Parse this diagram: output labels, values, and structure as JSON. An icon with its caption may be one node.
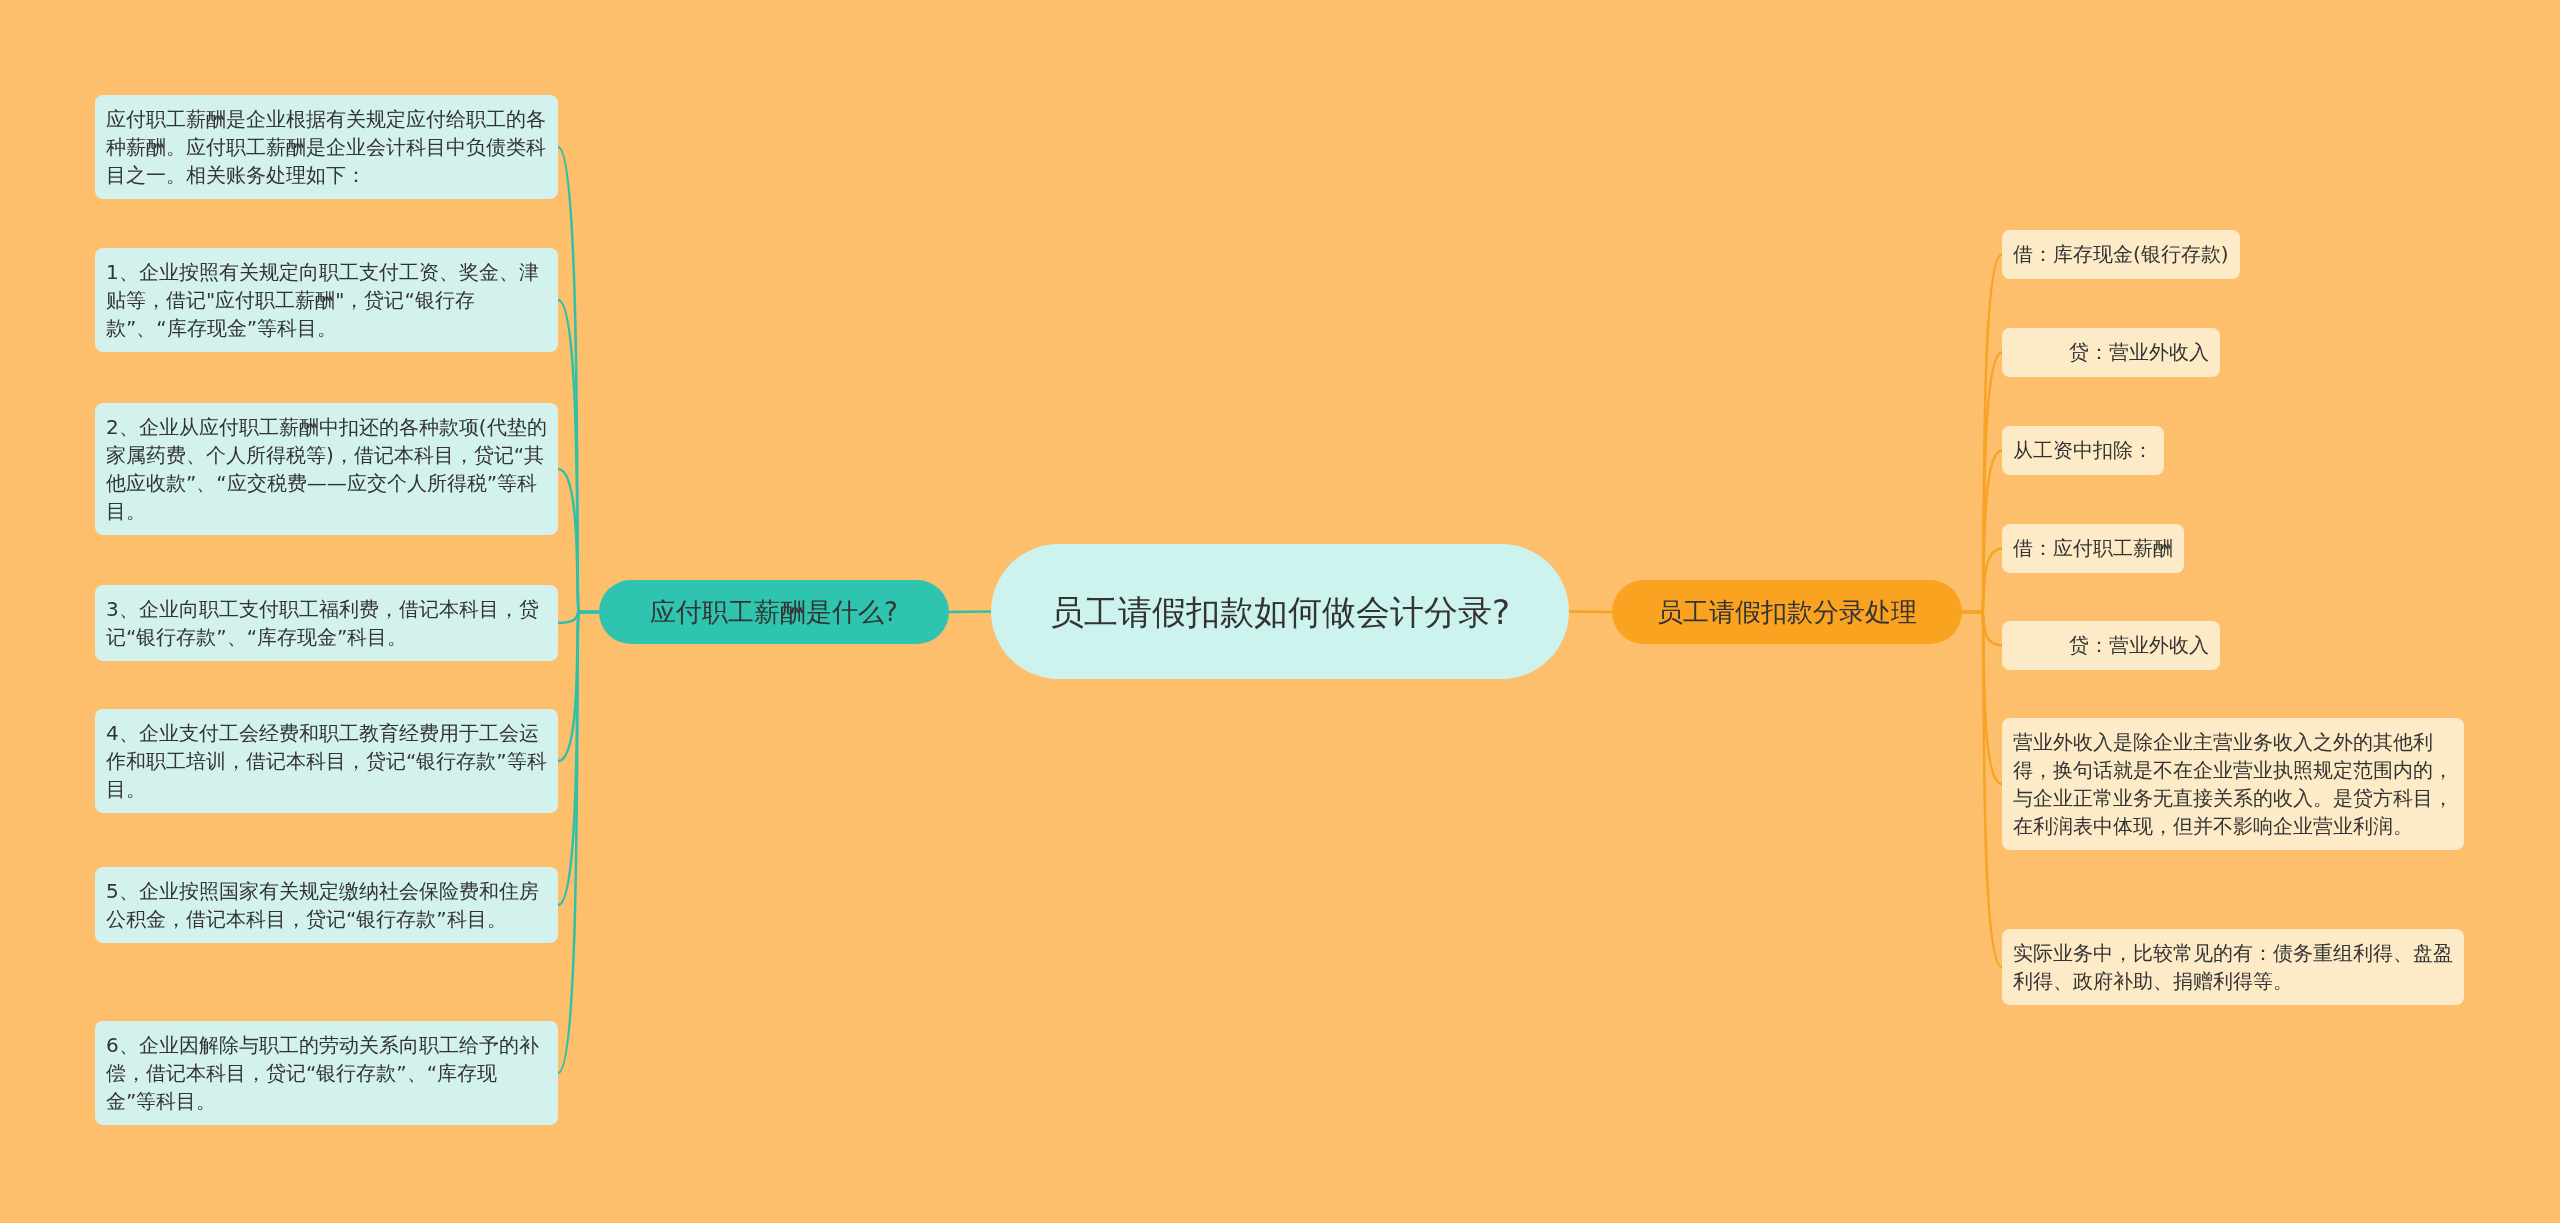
{
  "diagram": {
    "nodes": [
      {
        "text": [
          "员工请假扣款如何做会计分录?"
        ]
      },
      {
        "text": [
          "应付职工薪酬是什么?"
        ]
      },
      {
        "text": [
          "员工请假扣款分录处理"
        ]
      },
      {
        "text": [
          "应付职工薪酬是企业根据有关规定应付给职工的各种薪酬。应付职工薪酬是企业会计科目中负债类科目之一。相关账务处理如下："
        ]
      },
      {
        "text": [
          "1、企业按照有关规定向职工支付工资、奖金、津贴等，借记\"应付职工薪酬\"，贷记“银行存款”、“库存现金”等科目。"
        ]
      },
      {
        "text": [
          "2、企业从应付职工薪酬中扣还的各种款项(代垫的家属药费、个人所得税等)，借记本科目，贷记“其他应收款”、“应交税费——应交个人所得税”等科目。"
        ]
      },
      {
        "text": [
          "3、企业向职工支付职工福利费，借记本科目，贷记“银行存款”、“库存现金”科目。"
        ]
      },
      {
        "text": [
          "4、企业支付工会经费和职工教育经费用于工会运作和职工培训，借记本科目，贷记“银行存款”等科目。"
        ]
      },
      {
        "text": [
          "5、企业按照国家有关规定缴纳社会保险费和住房公积金，借记本科目，贷记“银行存款”科目。"
        ]
      },
      {
        "text": [
          "6、企业因解除与职工的劳动关系向职工给予的补偿，借记本科目，贷记“银行存款”、“库存现金”等科目。"
        ]
      },
      {
        "text": [
          "借：库存现金(银行存款)"
        ]
      },
      {
        "text": [
          "贷：营业外收入"
        ]
      },
      {
        "text": [
          "从工资中扣除："
        ]
      },
      {
        "text": [
          "借：应付职工薪酬"
        ]
      },
      {
        "text": [
          "贷：营业外收入"
        ]
      },
      {
        "text": [
          "营业外收入是除企业主营业务收入之外的其他利得，换句话就是不在企业营业执照规定范围内的，与企业正常业务无直接关系的收入。是贷方科目，在利润表中体现，但并不影响企业营业利润。"
        ]
      },
      {
        "text": [
          "实际业务中，比较常见的有：债务重组利得、盘盈利得、政府补助、捐赠利得等。"
        ]
      }
    ],
    "edges": [
      {
        "from": 0,
        "to": 1,
        "arrow": "none",
        "color": "#2ec0ab"
      },
      {
        "from": 0,
        "to": 2,
        "arrow": "none",
        "color": "#f7a325"
      },
      {
        "from": 1,
        "to": 3,
        "arrow": "none",
        "color": "#2ec0ab"
      },
      {
        "from": 1,
        "to": 4,
        "arrow": "none",
        "color": "#2ec0ab"
      },
      {
        "from": 1,
        "to": 5,
        "arrow": "none",
        "color": "#2ec0ab"
      },
      {
        "from": 1,
        "to": 6,
        "arrow": "none",
        "color": "#2ec0ab"
      },
      {
        "from": 1,
        "to": 7,
        "arrow": "none",
        "color": "#2ec0ab"
      },
      {
        "from": 1,
        "to": 8,
        "arrow": "none",
        "color": "#2ec0ab"
      },
      {
        "from": 1,
        "to": 9,
        "arrow": "none",
        "color": "#2ec0ab"
      },
      {
        "from": 2,
        "to": 10,
        "arrow": "none",
        "color": "#f7a325"
      },
      {
        "from": 2,
        "to": 11,
        "arrow": "none",
        "color": "#f7a325"
      },
      {
        "from": 2,
        "to": 12,
        "arrow": "none",
        "color": "#f7a325"
      },
      {
        "from": 2,
        "to": 13,
        "arrow": "none",
        "color": "#f7a325"
      },
      {
        "from": 2,
        "to": 14,
        "arrow": "none",
        "color": "#f7a325"
      },
      {
        "from": 2,
        "to": 15,
        "arrow": "none",
        "color": "#f7a325"
      },
      {
        "from": 2,
        "to": 16,
        "arrow": "none",
        "color": "#f7a325"
      }
    ]
  }
}
